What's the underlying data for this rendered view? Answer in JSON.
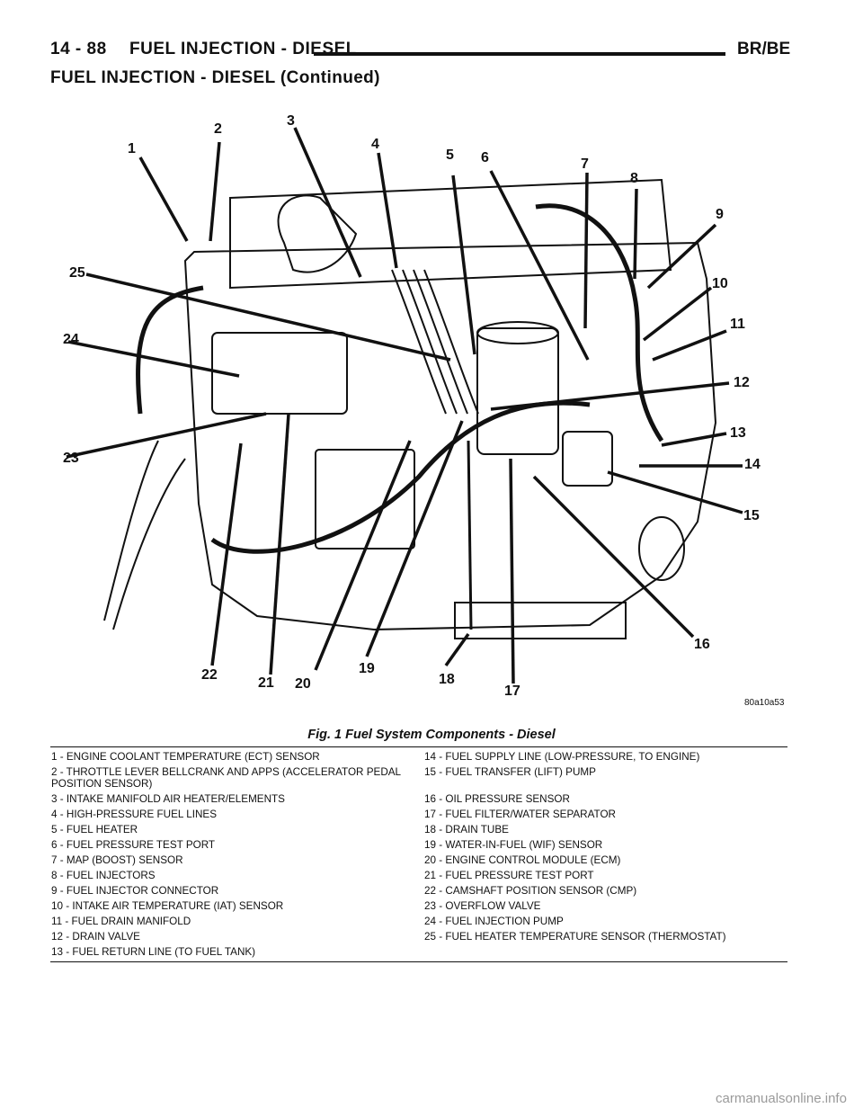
{
  "header": {
    "page_number": "14 - 88",
    "chapter_title": "FUEL INJECTION - DIESEL",
    "model": "BR/BE"
  },
  "section_title": "FUEL INJECTION - DIESEL (Continued)",
  "figure": {
    "code": "80a10a53",
    "caption": "Fig. 1 Fuel System Components - Diesel",
    "callouts": [
      "1",
      "2",
      "3",
      "4",
      "5",
      "6",
      "7",
      "8",
      "9",
      "10",
      "11",
      "12",
      "13",
      "14",
      "15",
      "16",
      "17",
      "18",
      "19",
      "20",
      "21",
      "22",
      "23",
      "24",
      "25"
    ]
  },
  "legend": {
    "left": [
      "1 - ENGINE COOLANT TEMPERATURE (ECT) SENSOR",
      "2 - THROTTLE LEVER BELLCRANK AND APPS (ACCELERATOR PEDAL POSITION SENSOR)",
      "3 - INTAKE MANIFOLD AIR HEATER/ELEMENTS",
      "4 - HIGH-PRESSURE FUEL LINES",
      "5 - FUEL HEATER",
      "6 - FUEL PRESSURE TEST PORT",
      "7 - MAP (BOOST) SENSOR",
      "8 - FUEL INJECTORS",
      "9 - FUEL INJECTOR CONNECTOR",
      "10 - INTAKE AIR TEMPERATURE (IAT) SENSOR",
      "11 - FUEL DRAIN MANIFOLD",
      "12 - DRAIN VALVE",
      "13 - FUEL RETURN LINE (TO FUEL TANK)"
    ],
    "right": [
      "14 - FUEL SUPPLY LINE (LOW-PRESSURE, TO ENGINE)",
      "15 - FUEL TRANSFER (LIFT) PUMP",
      "16 - OIL PRESSURE SENSOR",
      "17 - FUEL FILTER/WATER SEPARATOR",
      "18 - DRAIN TUBE",
      "19 - WATER-IN-FUEL (WIF) SENSOR",
      "20 - ENGINE CONTROL MODULE (ECM)",
      "21 - FUEL PRESSURE TEST PORT",
      "22 - CAMSHAFT POSITION SENSOR (CMP)",
      "23 - OVERFLOW VALVE",
      "24 - FUEL INJECTION PUMP",
      "25 - FUEL HEATER TEMPERATURE SENSOR (THERMOSTAT)"
    ]
  },
  "watermark": "carmanualsonline.info"
}
